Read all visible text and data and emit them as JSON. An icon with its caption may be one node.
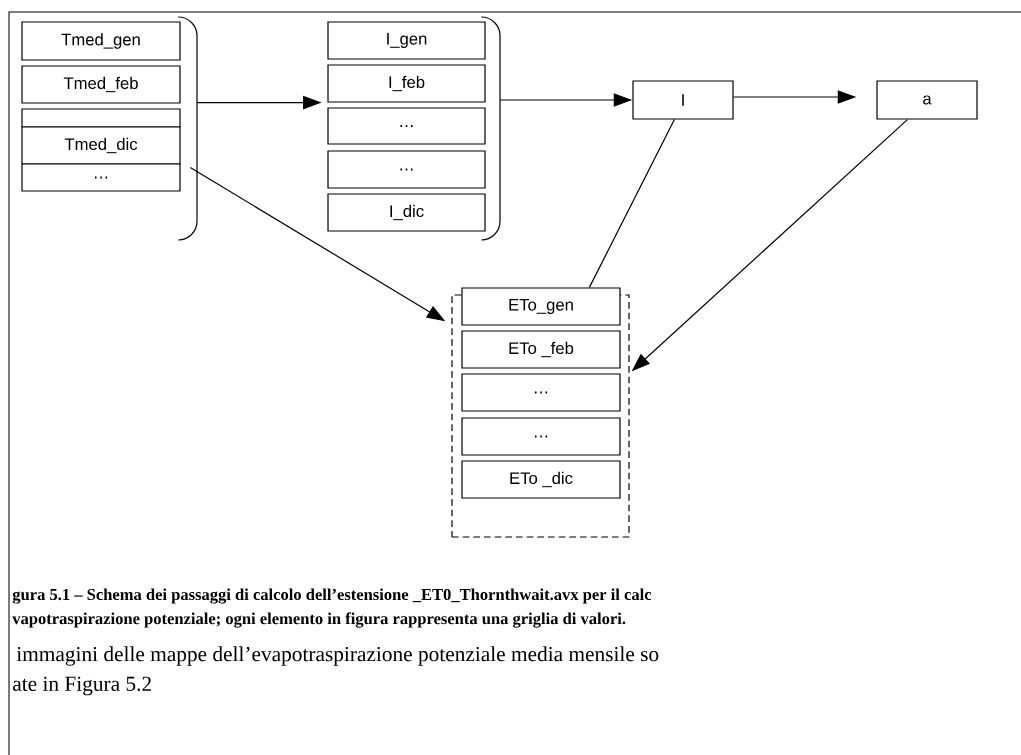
{
  "diagram": {
    "nodes": [
      {
        "text": [],
        "shape": "bracket"
      },
      {
        "text": [
          "Tmed_gen"
        ],
        "in": 0
      },
      {
        "text": [
          "Tmed_feb"
        ],
        "in": 0
      },
      {
        "text": [],
        "shape": "box",
        "in": 0
      },
      {
        "text": [
          "Tmed_dic"
        ],
        "in": 0
      },
      {
        "text": [
          "…"
        ],
        "in": 0
      },
      {
        "text": [],
        "shape": "bracket"
      },
      {
        "text": [
          "I_gen"
        ],
        "in": 6
      },
      {
        "text": [
          "I_feb"
        ],
        "in": 6
      },
      {
        "text": [
          "…"
        ],
        "in": 6
      },
      {
        "text": [
          "…"
        ],
        "in": 6
      },
      {
        "text": [
          "I_dic"
        ],
        "in": 6
      },
      {
        "text": [
          "I"
        ]
      },
      {
        "text": [
          "a"
        ]
      },
      {
        "text": [],
        "shape": "box"
      },
      {
        "text": [
          "ETo_gen"
        ],
        "in": 14
      },
      {
        "text": [
          "ETo _feb"
        ],
        "in": 14
      },
      {
        "text": [
          "…"
        ],
        "in": 14
      },
      {
        "text": [
          "…"
        ],
        "in": 14
      },
      {
        "text": [
          "ETo _dic"
        ],
        "in": 14
      }
    ],
    "edges": [
      {
        "from": 0,
        "to": 6,
        "arrow": "to"
      },
      {
        "from": 6,
        "to": 12,
        "arrow": "to"
      },
      {
        "from": 12,
        "to": 13,
        "arrow": "to"
      },
      {
        "from": 0,
        "to": 14,
        "arrow": "to"
      },
      {
        "from": 12,
        "to": 14,
        "arrow": "none"
      },
      {
        "from": 13,
        "to": 14,
        "arrow": "to"
      }
    ],
    "labels": [
      "gura 5.1 – Schema dei passaggi di calcolo dell’estensione _ET0_Thornthwait.avx per il calc",
      "vapotraspirazione potenziale; ogni elemento in figura rappresenta una griglia di valori.",
      "immagini delle mappe dell’evapotraspirazione potenziale media mensile so",
      "ate in Figura 5.2"
    ]
  }
}
